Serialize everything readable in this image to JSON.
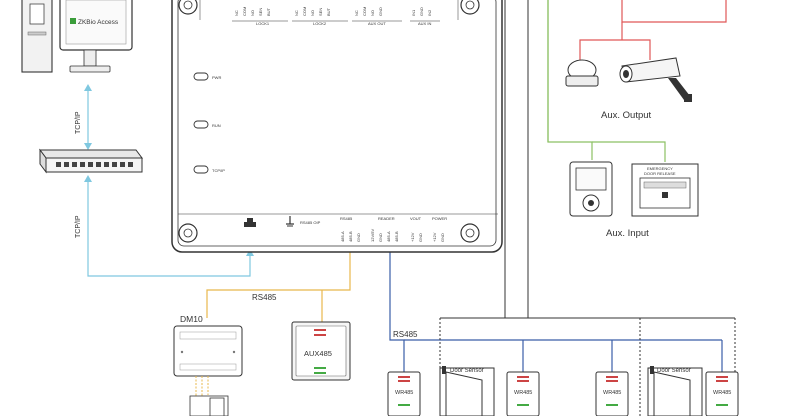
{
  "labels": {
    "zkbio_access": "ZKBio Access",
    "tcpip_left": "TCP/IP",
    "tcpip_left2": "TCP/IP",
    "rs485_mid": "RS485",
    "rs485_bottom": "RS485",
    "dm10": "DM10",
    "aux485": "AUX485",
    "aux_output": "Aux. Output",
    "aux_input": "Aux. Input",
    "door_sensor_1": "Door Sensor",
    "door_sensor_2": "Door Sensor",
    "wr485_1": "WR485",
    "wr485_2": "WR485",
    "wr485_3": "WR485",
    "wr485_4": "WR485",
    "emergency_line1": "EMERGENCY",
    "emergency_line2": "DOOR RELEASE"
  },
  "panel": {
    "led_pwr": "PWR",
    "led_run": "RUN",
    "led_tcpip": "TCP/IP",
    "group_lock1": "LOCK1",
    "group_lock2": "LOCK2",
    "group_auxout": "AUX OUT",
    "group_auxin": "AUX IN",
    "group_rs485": "RS485",
    "group_reader": "READER",
    "group_vout": "VOUT",
    "group_power": "POWER",
    "rs485_oip": "RS485 OIP",
    "lock1_pins": [
      "NC",
      "COM",
      "NO",
      "SEN",
      "BUT"
    ],
    "lock2_pins": [
      "NC",
      "COM",
      "NO",
      "SEN",
      "BUT"
    ],
    "auxout_pins": [
      "NC",
      "COM",
      "NO",
      "GND"
    ],
    "auxin_pins": [
      "IN1",
      "GND",
      "IN2"
    ],
    "rs485_pins": [
      "485-A",
      "485-B",
      "GND"
    ],
    "reader_pins": [
      "12V/5V",
      "GND",
      "485-A",
      "485-B"
    ],
    "vout_pins": [
      "+12V",
      "GND"
    ],
    "power_pins": [
      "+12V",
      "GND"
    ]
  },
  "colors": {
    "tcpip_line": "#7fc8e0",
    "rs485_line": "#e8b84c",
    "aux_output_line": "#e05858",
    "aux_input_line": "#8cc063",
    "reader_line": "#3a5ea8",
    "outline": "#333333"
  }
}
